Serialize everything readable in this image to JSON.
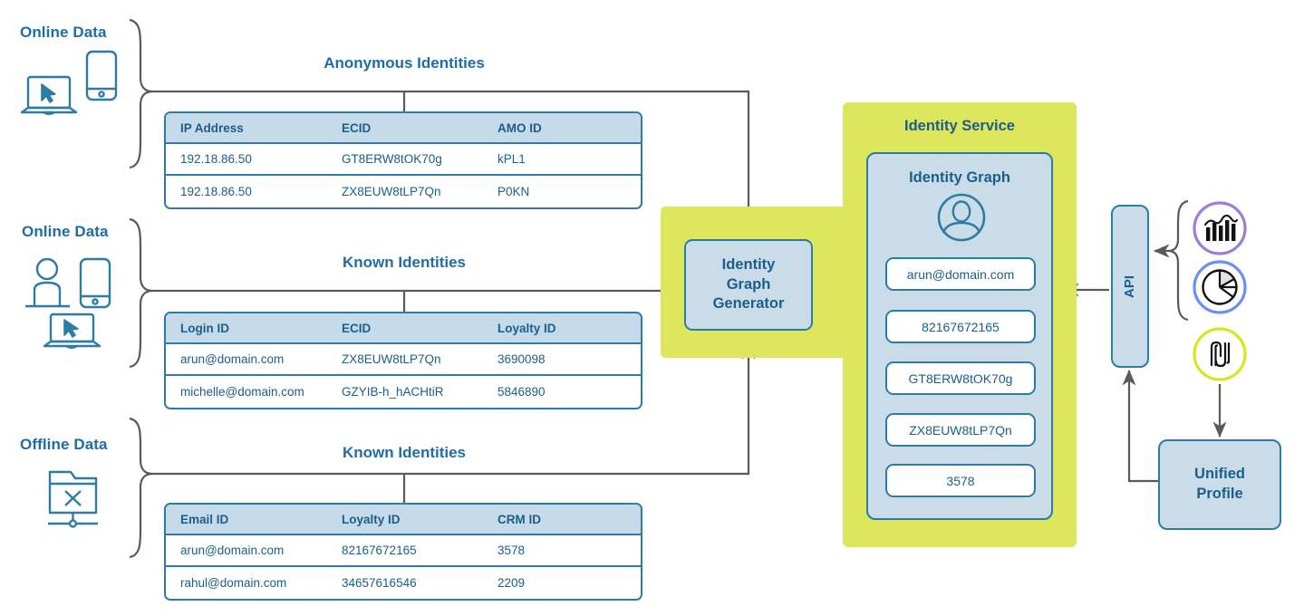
{
  "sources": [
    {
      "label": "Online Data",
      "icons": [
        "phone-icon",
        "laptop-cursor-icon"
      ],
      "section_title": "Anonymous Identities",
      "table": {
        "headers": [
          "IP Address",
          "ECID",
          "AMO ID"
        ],
        "rows": [
          [
            "192.18.86.50",
            "GT8ERW8tOK70g",
            "kPL1"
          ],
          [
            "192.18.86.50",
            "ZX8EUW8tLP7Qn",
            "P0KN"
          ]
        ]
      }
    },
    {
      "label": "Online Data",
      "icons": [
        "person-icon",
        "phone-icon",
        "laptop-cursor-icon"
      ],
      "section_title": "Known Identities",
      "table": {
        "headers": [
          "Login ID",
          "ECID",
          "Loyalty ID"
        ],
        "rows": [
          [
            "arun@domain.com",
            "ZX8EUW8tLP7Qn",
            "3690098"
          ],
          [
            "michelle@domain.com",
            "GZYIB-h_hACHtiR",
            "5846890"
          ]
        ]
      }
    },
    {
      "label": "Offline Data",
      "icons": [
        "folder-x-icon"
      ],
      "section_title": "Known Identities",
      "table": {
        "headers": [
          "Email ID",
          "Loyalty ID",
          "CRM ID"
        ],
        "rows": [
          [
            "arun@domain.com",
            "82167672165",
            "3578"
          ],
          [
            "rahul@domain.com",
            "34657616546",
            "2209"
          ]
        ]
      }
    }
  ],
  "generator": {
    "line1": "Identity",
    "line2": "Graph",
    "line3": "Generator"
  },
  "identity_service": {
    "title": "Identity Service",
    "graph": {
      "title": "Identity Graph",
      "avatar": "user-avatar-icon",
      "chips": [
        "arun@domain.com",
        "82167672165",
        "GT8ERW8tOK70g",
        "ZX8EUW8tLP7Qn",
        "3578"
      ]
    }
  },
  "api": {
    "label": "API"
  },
  "unified_profile": {
    "line1": "Unified",
    "line2": "Profile"
  },
  "app_icons": [
    {
      "name": "analytics-bar-chart-icon",
      "ring": "#9B7FD4"
    },
    {
      "name": "pie-chart-icon",
      "ring": "#6C8FF5"
    },
    {
      "name": "experience-platform-icon",
      "ring": "#D6E620"
    }
  ],
  "colors": {
    "brand_blue": "#1B5E8C",
    "border_blue": "#2E7BA6",
    "panel_blue": "#CBDCE9",
    "header_blue": "#C6DBEA",
    "lime": "#DCE75E",
    "connector_gray": "#5A5A5A"
  }
}
